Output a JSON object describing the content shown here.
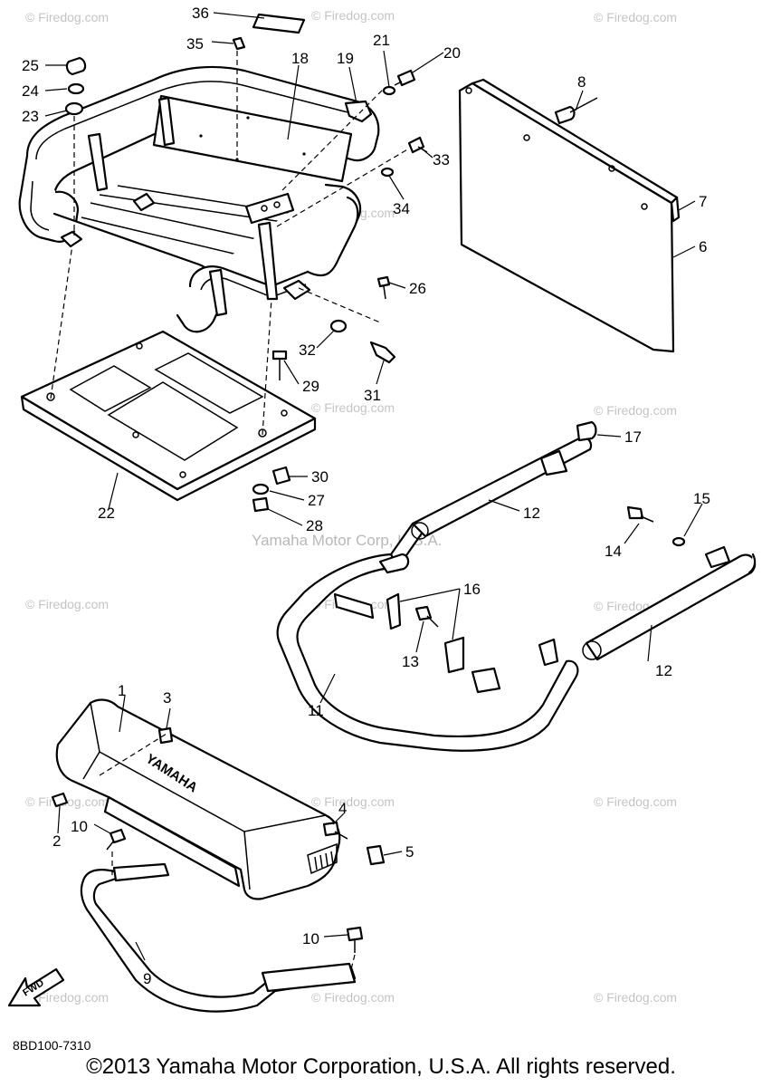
{
  "watermark": "© Firedog.com",
  "center_watermark": "Yamaha Motor Corp, U.S.A.",
  "logo_text": "YAMAHA",
  "fwd_label": "FWD",
  "doc_code": "8BD100-7310",
  "copyright": "©2013 Yamaha Motor Corporation, U.S.A. All rights reserved.",
  "labels": {
    "n1": "1",
    "n2": "2",
    "n3": "3",
    "n4": "4",
    "n5": "5",
    "n6": "6",
    "n7": "7",
    "n8": "8",
    "n9": "9",
    "n10a": "10",
    "n10b": "10",
    "n11": "11",
    "n12a": "12",
    "n12b": "12",
    "n13": "13",
    "n14": "14",
    "n15": "15",
    "n16": "16",
    "n17": "17",
    "n18": "18",
    "n19": "19",
    "n20": "20",
    "n21": "21",
    "n22": "22",
    "n23": "23",
    "n24": "24",
    "n25": "25",
    "n26": "26",
    "n27": "27",
    "n28": "28",
    "n29": "29",
    "n30": "30",
    "n31": "31",
    "n32": "32",
    "n33": "33",
    "n34": "34",
    "n35": "35",
    "n36": "36"
  }
}
